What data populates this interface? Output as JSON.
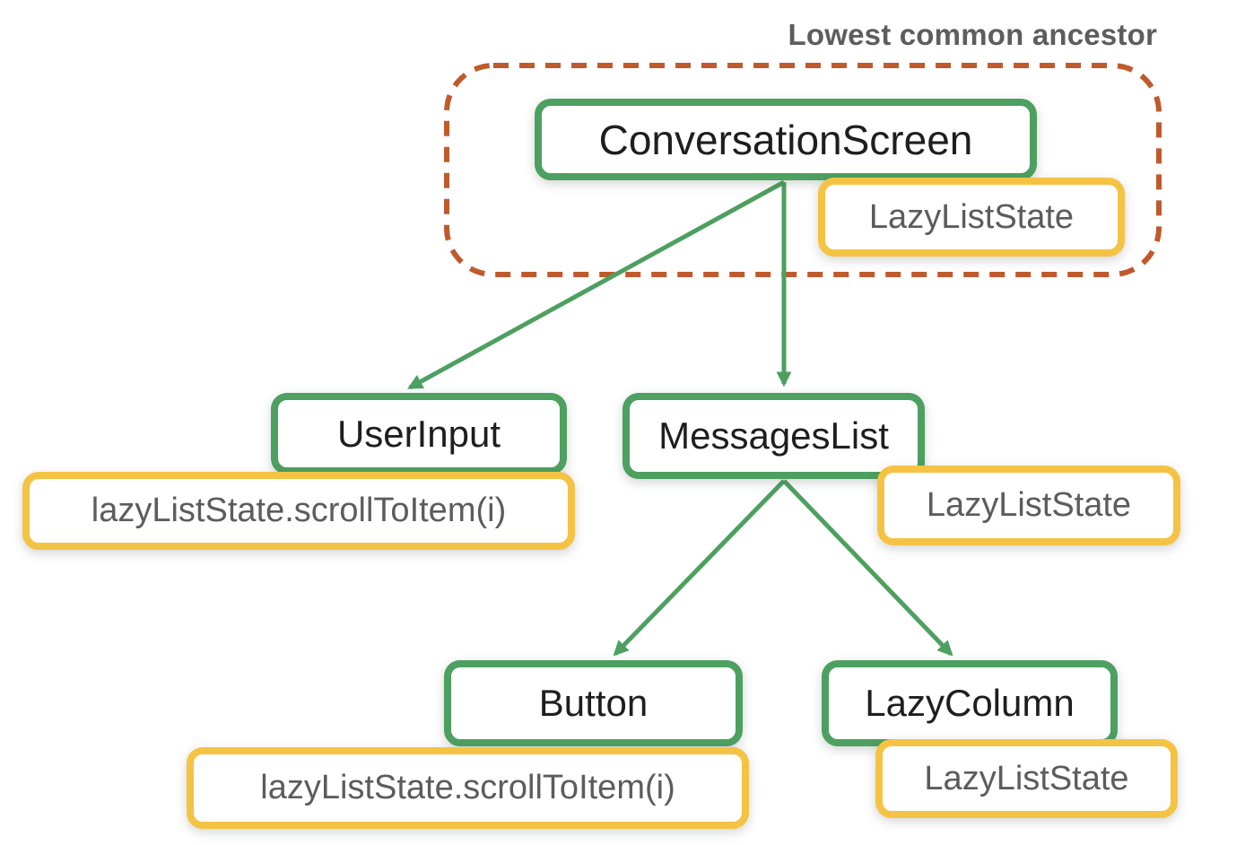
{
  "annotation": {
    "label": "Lowest common ancestor"
  },
  "colors": {
    "node_border_green": "#4DA05F",
    "state_border_yellow": "#F5C344",
    "ancestor_dashed_orange": "#C05A2D",
    "node_text_dark": "#1e1e1e",
    "state_text_gray": "#5c5c5c",
    "label_text_gray": "#5d5d5d",
    "background": "#ffffff"
  },
  "nodes": {
    "conversation_screen": {
      "label": "ConversationScreen"
    },
    "lazy_list_state_top": {
      "label": "LazyListState"
    },
    "user_input": {
      "label": "UserInput"
    },
    "scroll_call_user_input": {
      "label": "lazyListState.scrollToItem(i)"
    },
    "messages_list": {
      "label": "MessagesList"
    },
    "lazy_list_state_messages": {
      "label": "LazyListState"
    },
    "button": {
      "label": "Button"
    },
    "scroll_call_button": {
      "label": "lazyListState.scrollToItem(i)"
    },
    "lazy_column": {
      "label": "LazyColumn"
    },
    "lazy_list_state_column": {
      "label": "LazyListState"
    }
  },
  "edges": [
    {
      "from": "ConversationScreen",
      "to": "UserInput"
    },
    {
      "from": "ConversationScreen",
      "to": "MessagesList"
    },
    {
      "from": "MessagesList",
      "to": "Button"
    },
    {
      "from": "MessagesList",
      "to": "LazyColumn"
    }
  ]
}
